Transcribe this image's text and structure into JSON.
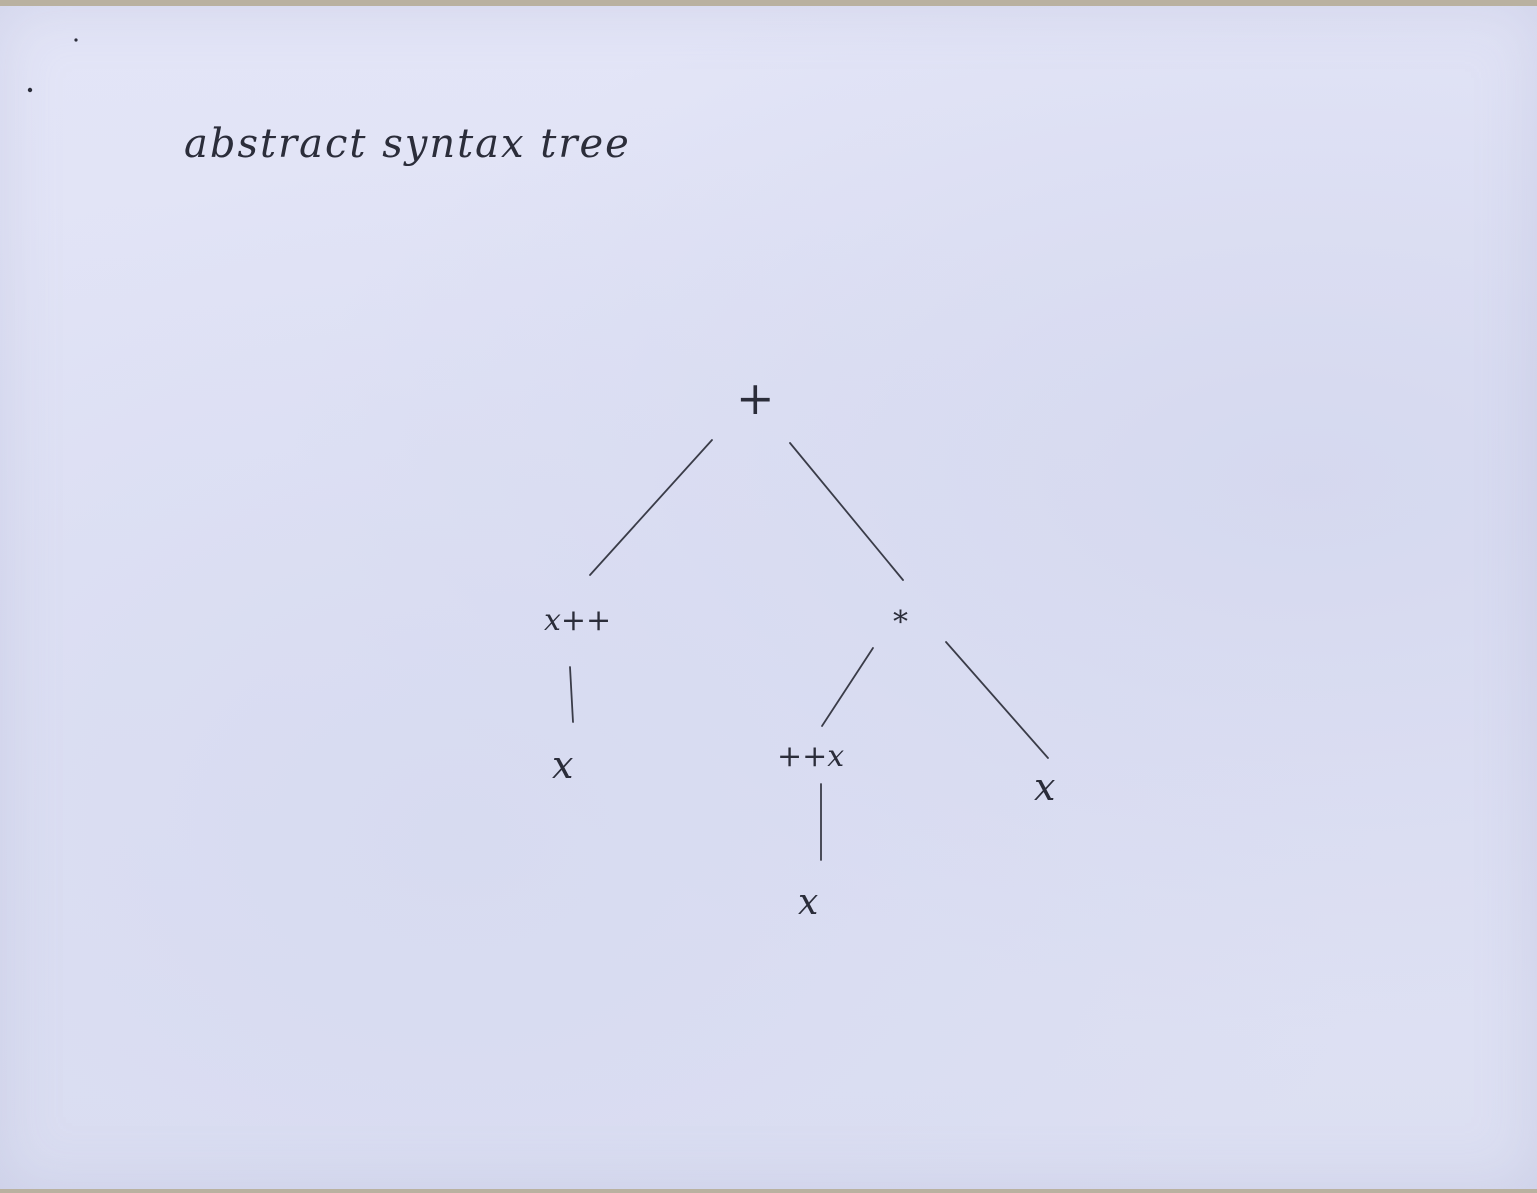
{
  "title": "abstract syntax tree",
  "nodes": {
    "root": "+",
    "left": "x++",
    "left_child": "x",
    "right": "*",
    "right_left": "++x",
    "right_left_child": "x",
    "right_right": "x"
  },
  "colors": {
    "paper": "#e1e3f6",
    "ink": "#2b2d3a"
  }
}
